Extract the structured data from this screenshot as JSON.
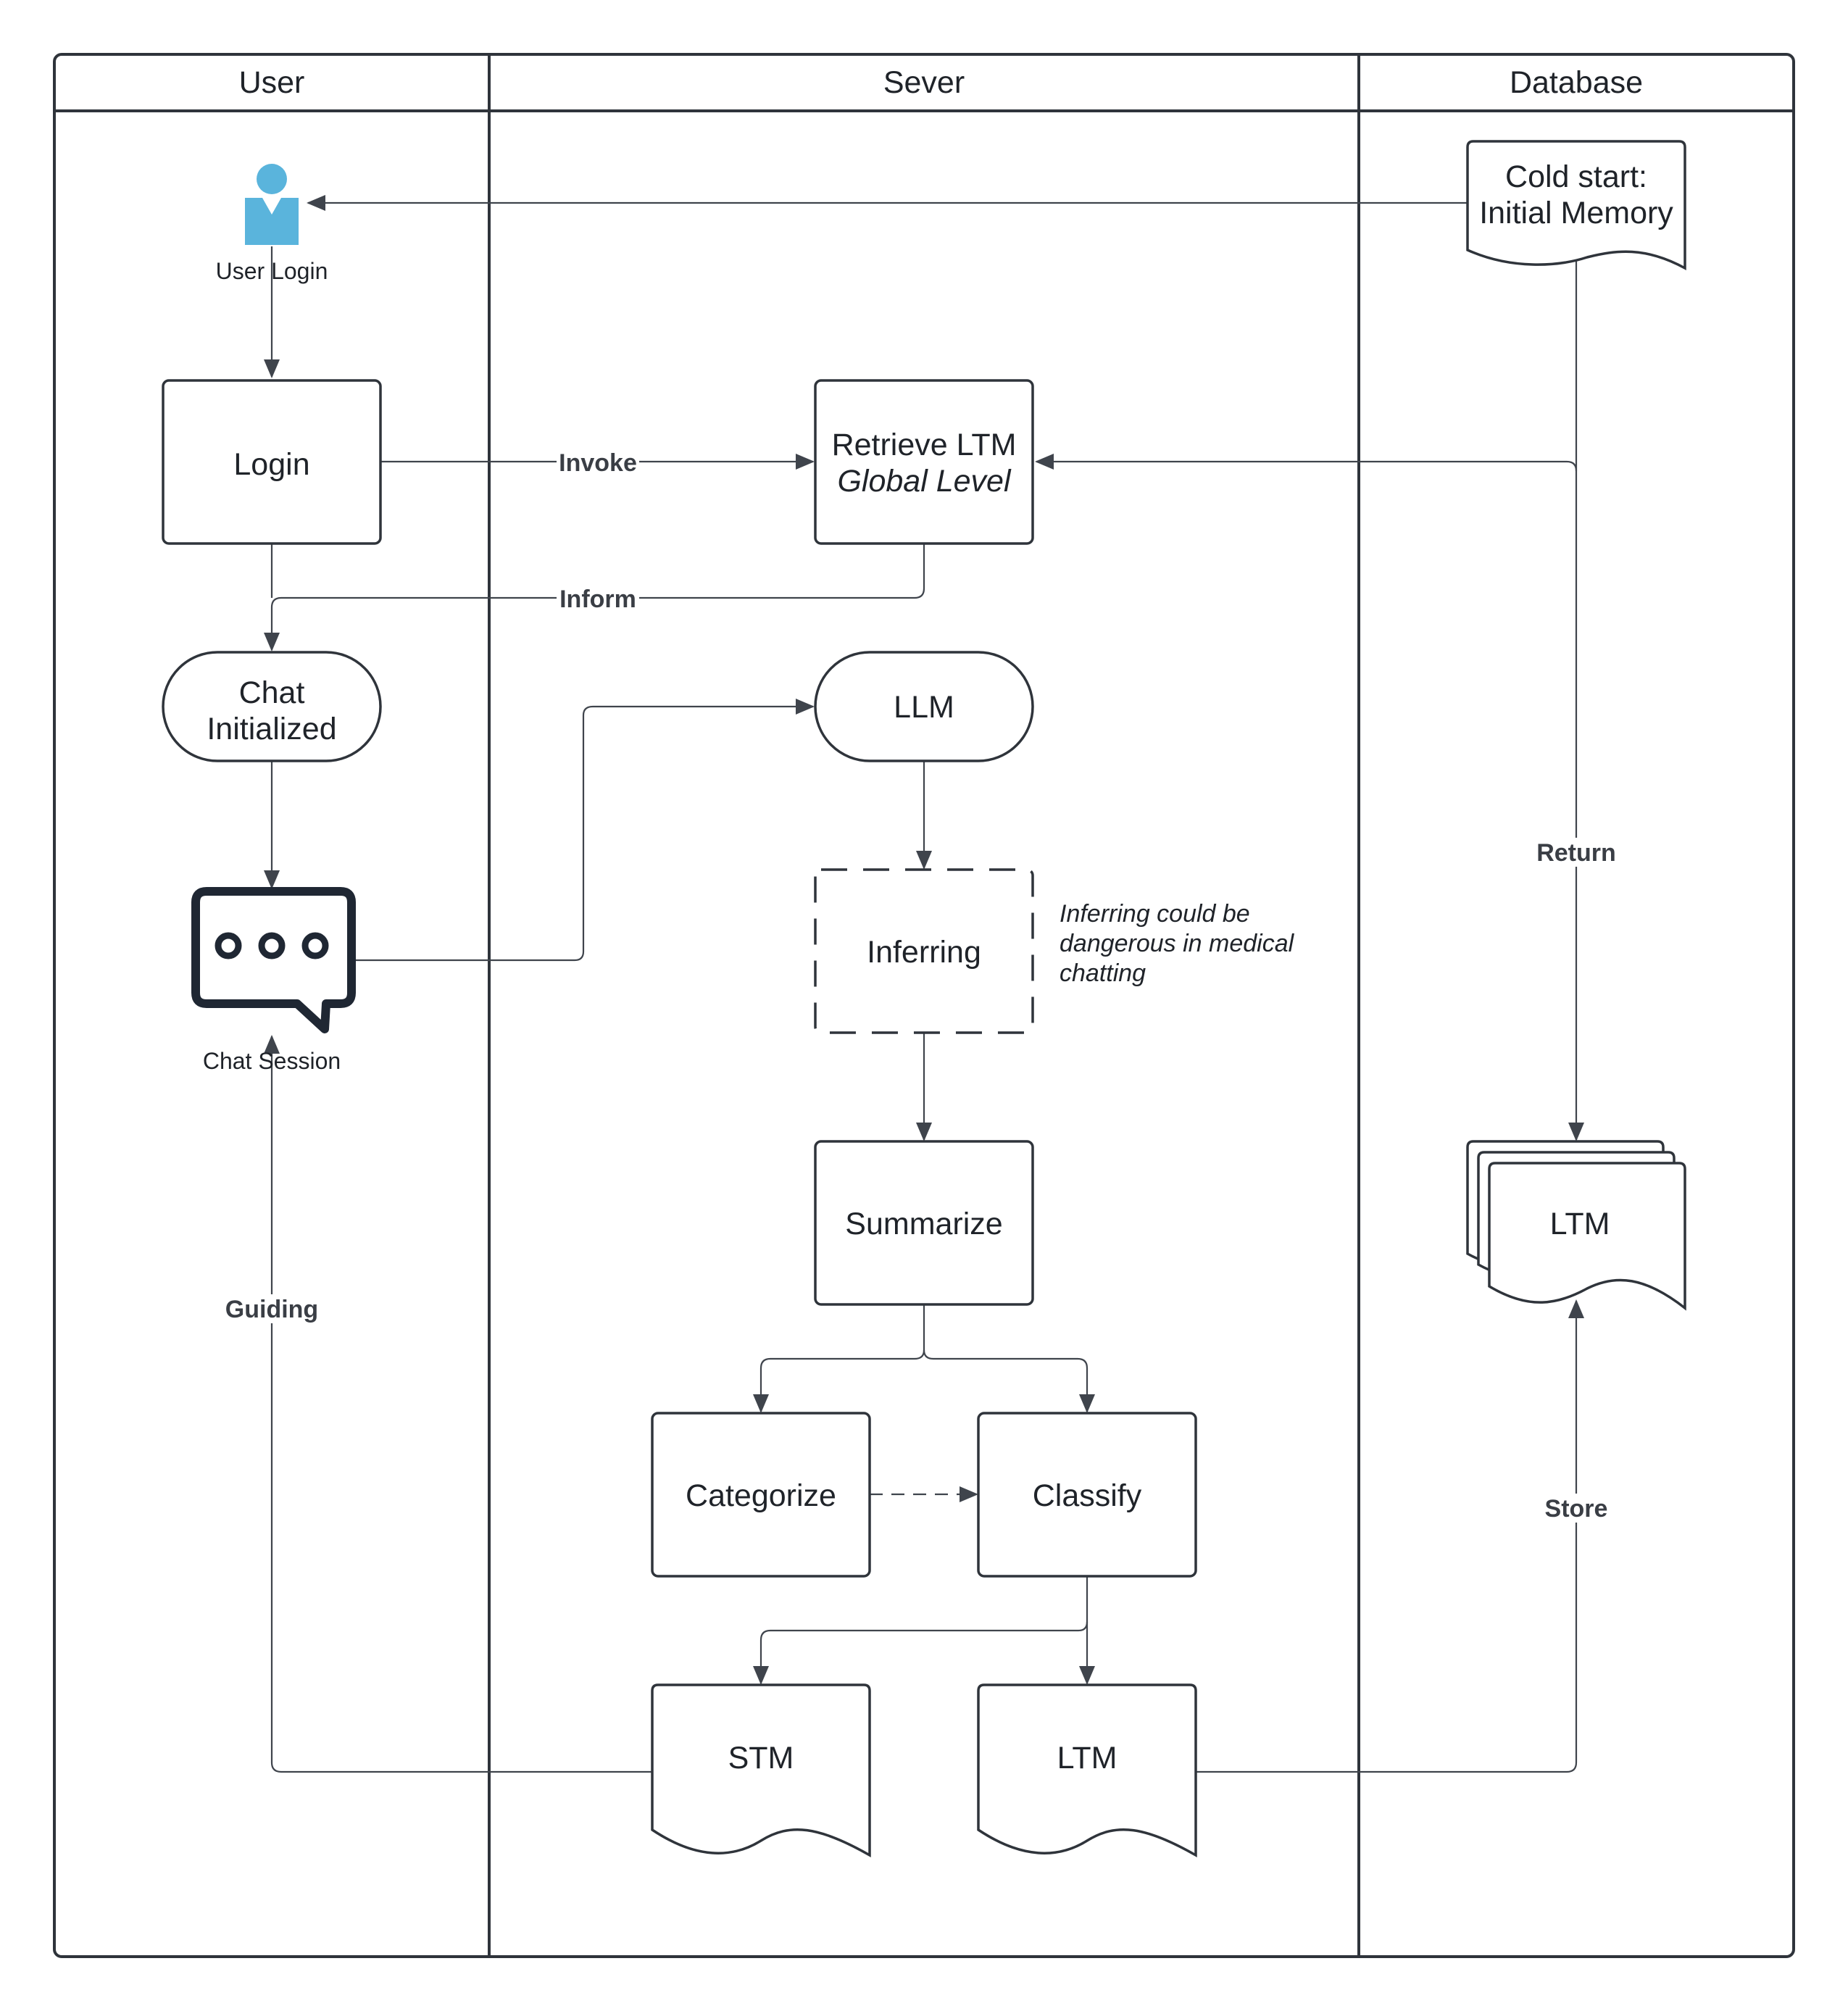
{
  "lanes": [
    {
      "id": "user",
      "title": "User"
    },
    {
      "id": "server",
      "title": "Sever"
    },
    {
      "id": "database",
      "title": "Database"
    }
  ],
  "nodes": {
    "user_login": {
      "label": "User Login",
      "icon": "person-icon",
      "color": "#5ab4dc"
    },
    "login": {
      "label": "Login"
    },
    "chat_initialized": {
      "label_lines": [
        "Chat",
        "Initialized"
      ]
    },
    "chat_session": {
      "label": "Chat Session",
      "icon": "chat-bubble-icon"
    },
    "retrieve_ltm": {
      "label_lines": [
        "Retrieve LTM",
        "Global Level"
      ]
    },
    "llm": {
      "label": "LLM"
    },
    "inferring": {
      "label": "Inferring"
    },
    "summarize": {
      "label": "Summarize"
    },
    "categorize": {
      "label": "Categorize"
    },
    "classify": {
      "label": "Classify"
    },
    "stm": {
      "label": "STM"
    },
    "ltm_doc": {
      "label": "LTM"
    },
    "cold_start": {
      "label_lines": [
        "Cold start:",
        "Initial Memory"
      ]
    },
    "ltm_store": {
      "label": "LTM"
    }
  },
  "note": {
    "lines": [
      "Inferring could be",
      "dangerous in medical",
      "chatting"
    ]
  },
  "edges": [
    {
      "from": "cold_start",
      "to": "user_login",
      "label": ""
    },
    {
      "from": "user_login",
      "to": "login",
      "label": ""
    },
    {
      "from": "login",
      "to": "retrieve_ltm",
      "label": "Invoke"
    },
    {
      "from": "retrieve_ltm",
      "to": "chat_initialized",
      "label": "Inform"
    },
    {
      "from": "cold_start",
      "to": "ltm_store",
      "label": "Return"
    },
    {
      "from": "ltm_store",
      "to": "retrieve_ltm",
      "label": ""
    },
    {
      "from": "chat_initialized",
      "to": "chat_session",
      "label": ""
    },
    {
      "from": "chat_session",
      "to": "llm",
      "label": ""
    },
    {
      "from": "llm",
      "to": "inferring",
      "label": ""
    },
    {
      "from": "inferring",
      "to": "summarize",
      "label": ""
    },
    {
      "from": "summarize",
      "to": "categorize",
      "label": ""
    },
    {
      "from": "summarize",
      "to": "classify",
      "label": ""
    },
    {
      "from": "categorize",
      "to": "classify",
      "label": "",
      "style": "dashed"
    },
    {
      "from": "classify",
      "to": "stm",
      "label": ""
    },
    {
      "from": "classify",
      "to": "ltm_doc",
      "label": ""
    },
    {
      "from": "stm",
      "to": "chat_session",
      "label": "Guiding"
    },
    {
      "from": "ltm_doc",
      "to": "ltm_store",
      "label": "Store"
    }
  ]
}
